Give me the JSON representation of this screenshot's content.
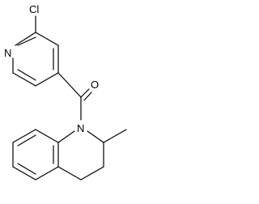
{
  "molecule": {
    "atoms": {
      "chlorine": "Cl",
      "pyridine_nitrogen": "N",
      "carbonyl_oxygen": "O",
      "quinoline_nitrogen": "N"
    }
  }
}
